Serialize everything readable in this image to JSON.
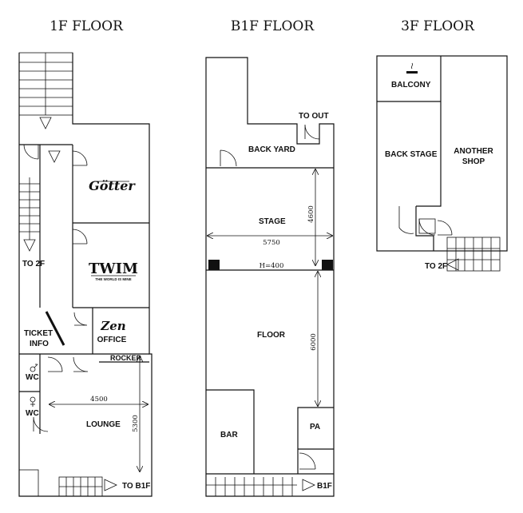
{
  "floors": {
    "first": {
      "title": "1F FLOOR",
      "labels": {
        "to_2f": "TO 2F",
        "ticket_info_line1": "TICKET",
        "ticket_info_line2": "INFO",
        "office": "OFFICE",
        "rocker": "ROCKER",
        "wc_men": "WC",
        "wc_women": "WC",
        "lounge": "LOUNGE",
        "to_b1f": "TO B1F"
      },
      "logos": {
        "gotter": "Götter",
        "twim": "TWIM",
        "twim_sub": "THE WORLD IS MINE",
        "zen": "Zen"
      },
      "dimensions": {
        "lounge_width": "4500",
        "lounge_depth": "5300"
      }
    },
    "b1f": {
      "title": "B1F FLOOR",
      "labels": {
        "to_out": "TO OUT",
        "back_yard": "BACK YARD",
        "stage": "STAGE",
        "floor": "FLOOR",
        "bar": "BAR",
        "pa": "PA",
        "b1f": "B1F"
      },
      "dimensions": {
        "stage_width": "5750",
        "stage_depth": "4600",
        "stage_height": "H=400",
        "floor_depth": "6000"
      }
    },
    "third": {
      "title": "3F FLOOR",
      "labels": {
        "balcony": "BALCONY",
        "back_stage": "BACK STAGE",
        "another_shop_line1": "ANOTHER",
        "another_shop_line2": "SHOP",
        "to_2f": "TO 2F"
      }
    }
  },
  "icons": [
    "stairs-icon",
    "door-icon",
    "arrow-down-icon",
    "arrow-right-icon",
    "arrow-left-icon",
    "male-icon",
    "female-icon",
    "smoking-icon"
  ]
}
